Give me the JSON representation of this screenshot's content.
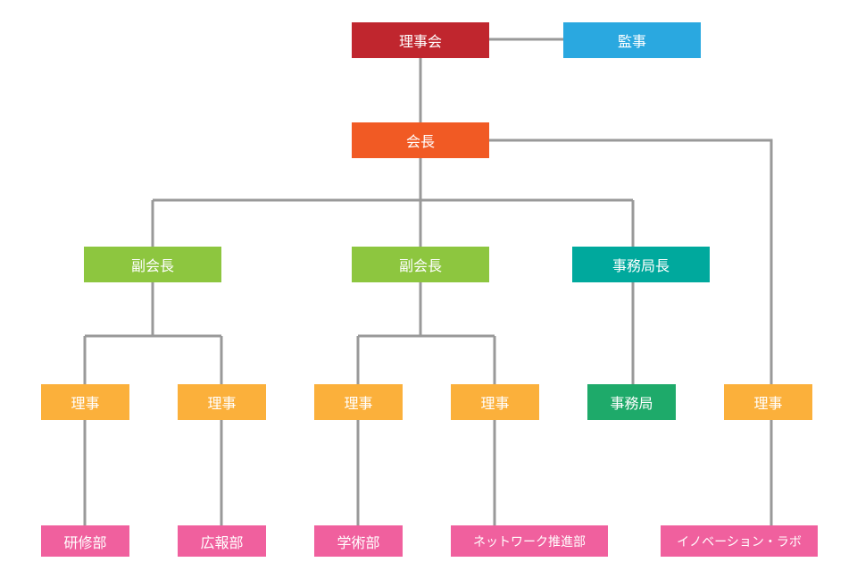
{
  "nodes": {
    "board": "理事会",
    "auditor": "監事",
    "president": "会長",
    "vice_president_1": "副会長",
    "vice_president_2": "副会長",
    "secretary_general": "事務局長",
    "director_1": "理事",
    "director_2": "理事",
    "director_3": "理事",
    "director_4": "理事",
    "secretariat": "事務局",
    "director_6": "理事",
    "training_dept": "研修部",
    "pr_dept": "広報部",
    "academic_dept": "学術部",
    "network_dept": "ネットワーク推進部",
    "innovation_lab": "イノベーション・ラボ"
  },
  "colors": {
    "board": "#c0262e",
    "auditor": "#2aa8e0",
    "president": "#f15a24",
    "vice_president": "#8dc63f",
    "secretary_general": "#00a99d",
    "director": "#fbb03b",
    "secretariat": "#1eaa6a",
    "department": "#f0609e",
    "connector": "#999999"
  }
}
